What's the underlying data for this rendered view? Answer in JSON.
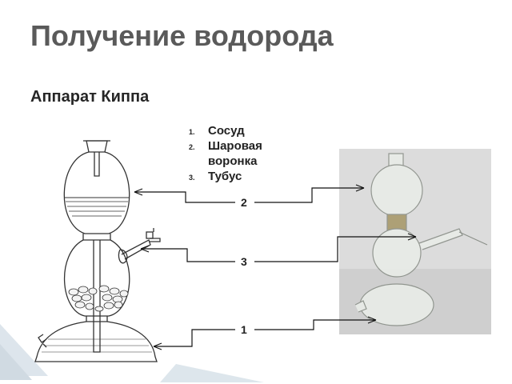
{
  "slide": {
    "title": "Получение водорода",
    "subtitle": "Аппарат Киппа"
  },
  "legend": {
    "items": [
      {
        "number": "1.",
        "label": "Сосуд"
      },
      {
        "number": "2.",
        "label": "Шаровая воронка"
      },
      {
        "number": "3.",
        "label": "Тубус"
      }
    ]
  },
  "callouts": {
    "label_2": "2",
    "label_3": "3",
    "label_1": "1"
  },
  "colors": {
    "title": "#5a5a5a",
    "line": "#111111",
    "glass_outline": "#333333"
  }
}
